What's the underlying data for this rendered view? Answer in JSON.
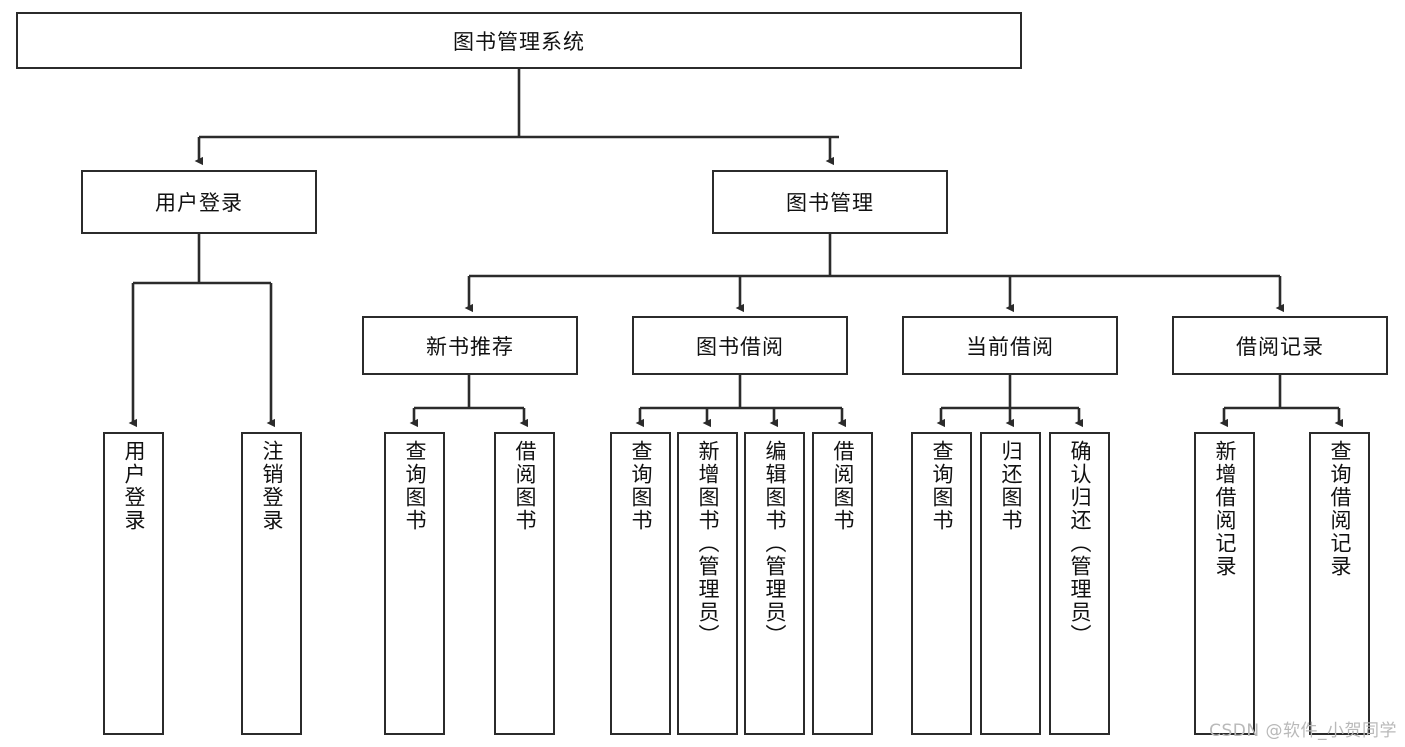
{
  "diagram": {
    "title": "图书管理系统",
    "type": "hierarchy-tree",
    "watermark": "CSDN @软件_小贺同学",
    "colors": {
      "stroke": "#2b2b2b",
      "fill": "#ffffff",
      "text": "#111111",
      "watermark": "#b9b9b9"
    },
    "root": {
      "label": "图书管理系统"
    },
    "level2": [
      {
        "label": "用户登录"
      },
      {
        "label": "图书管理"
      }
    ],
    "level3": [
      {
        "label": "新书推荐"
      },
      {
        "label": "图书借阅"
      },
      {
        "label": "当前借阅"
      },
      {
        "label": "借阅记录"
      }
    ],
    "leaves": {
      "user_login": [
        {
          "label": "用户登录"
        },
        {
          "label": "注销登录"
        }
      ],
      "new_book": [
        {
          "label": "查询图书"
        },
        {
          "label": "借阅图书"
        }
      ],
      "book_borrow": [
        {
          "label": "查询图书"
        },
        {
          "label": "新增图书（管理员）"
        },
        {
          "label": "编辑图书（管理员）"
        },
        {
          "label": "借阅图书"
        }
      ],
      "current_borrow": [
        {
          "label": "查询图书"
        },
        {
          "label": "归还图书"
        },
        {
          "label": "确认归还（管理员）"
        }
      ],
      "borrow_record": [
        {
          "label": "新增借阅记录"
        },
        {
          "label": "查询借阅记录"
        }
      ]
    }
  }
}
